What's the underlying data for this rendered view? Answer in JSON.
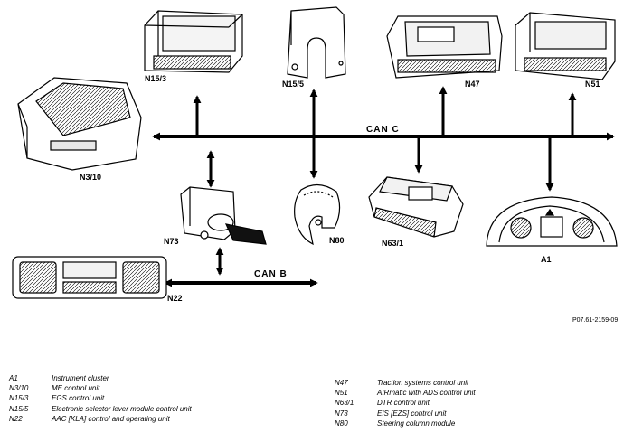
{
  "diagram": {
    "bus_labels": {
      "can_c": "CAN C",
      "can_b": "CAN B"
    },
    "figure_id": "P07.61-2159-09",
    "components": [
      {
        "id": "N15/3",
        "label": "N15/3"
      },
      {
        "id": "N15/5",
        "label": "N15/5"
      },
      {
        "id": "N47",
        "label": "N47"
      },
      {
        "id": "N51",
        "label": "N51"
      },
      {
        "id": "N3/10",
        "label": "N3/10"
      },
      {
        "id": "N73",
        "label": "N73"
      },
      {
        "id": "N80",
        "label": "N80"
      },
      {
        "id": "N63/1",
        "label": "N63/1"
      },
      {
        "id": "A1",
        "label": "A1"
      },
      {
        "id": "N22",
        "label": "N22"
      }
    ]
  },
  "legend": {
    "left": [
      {
        "code": "A1",
        "desc": "Instrument cluster"
      },
      {
        "code": "N3/10",
        "desc": "ME control unit"
      },
      {
        "code": "N15/3",
        "desc": "EGS control unit"
      },
      {
        "code": "N15/5",
        "desc": "Electronic selector lever module control unit"
      },
      {
        "code": "N22",
        "desc": "AAC [KLA] control and operating unit"
      }
    ],
    "right": [
      {
        "code": "N47",
        "desc": "Traction systems control unit"
      },
      {
        "code": "N51",
        "desc": "AIRmatic with ADS control unit"
      },
      {
        "code": "N63/1",
        "desc": "DTR control unit"
      },
      {
        "code": "N73",
        "desc": "EIS [EZS] control unit"
      },
      {
        "code": "N80",
        "desc": "Steering column module"
      }
    ]
  }
}
